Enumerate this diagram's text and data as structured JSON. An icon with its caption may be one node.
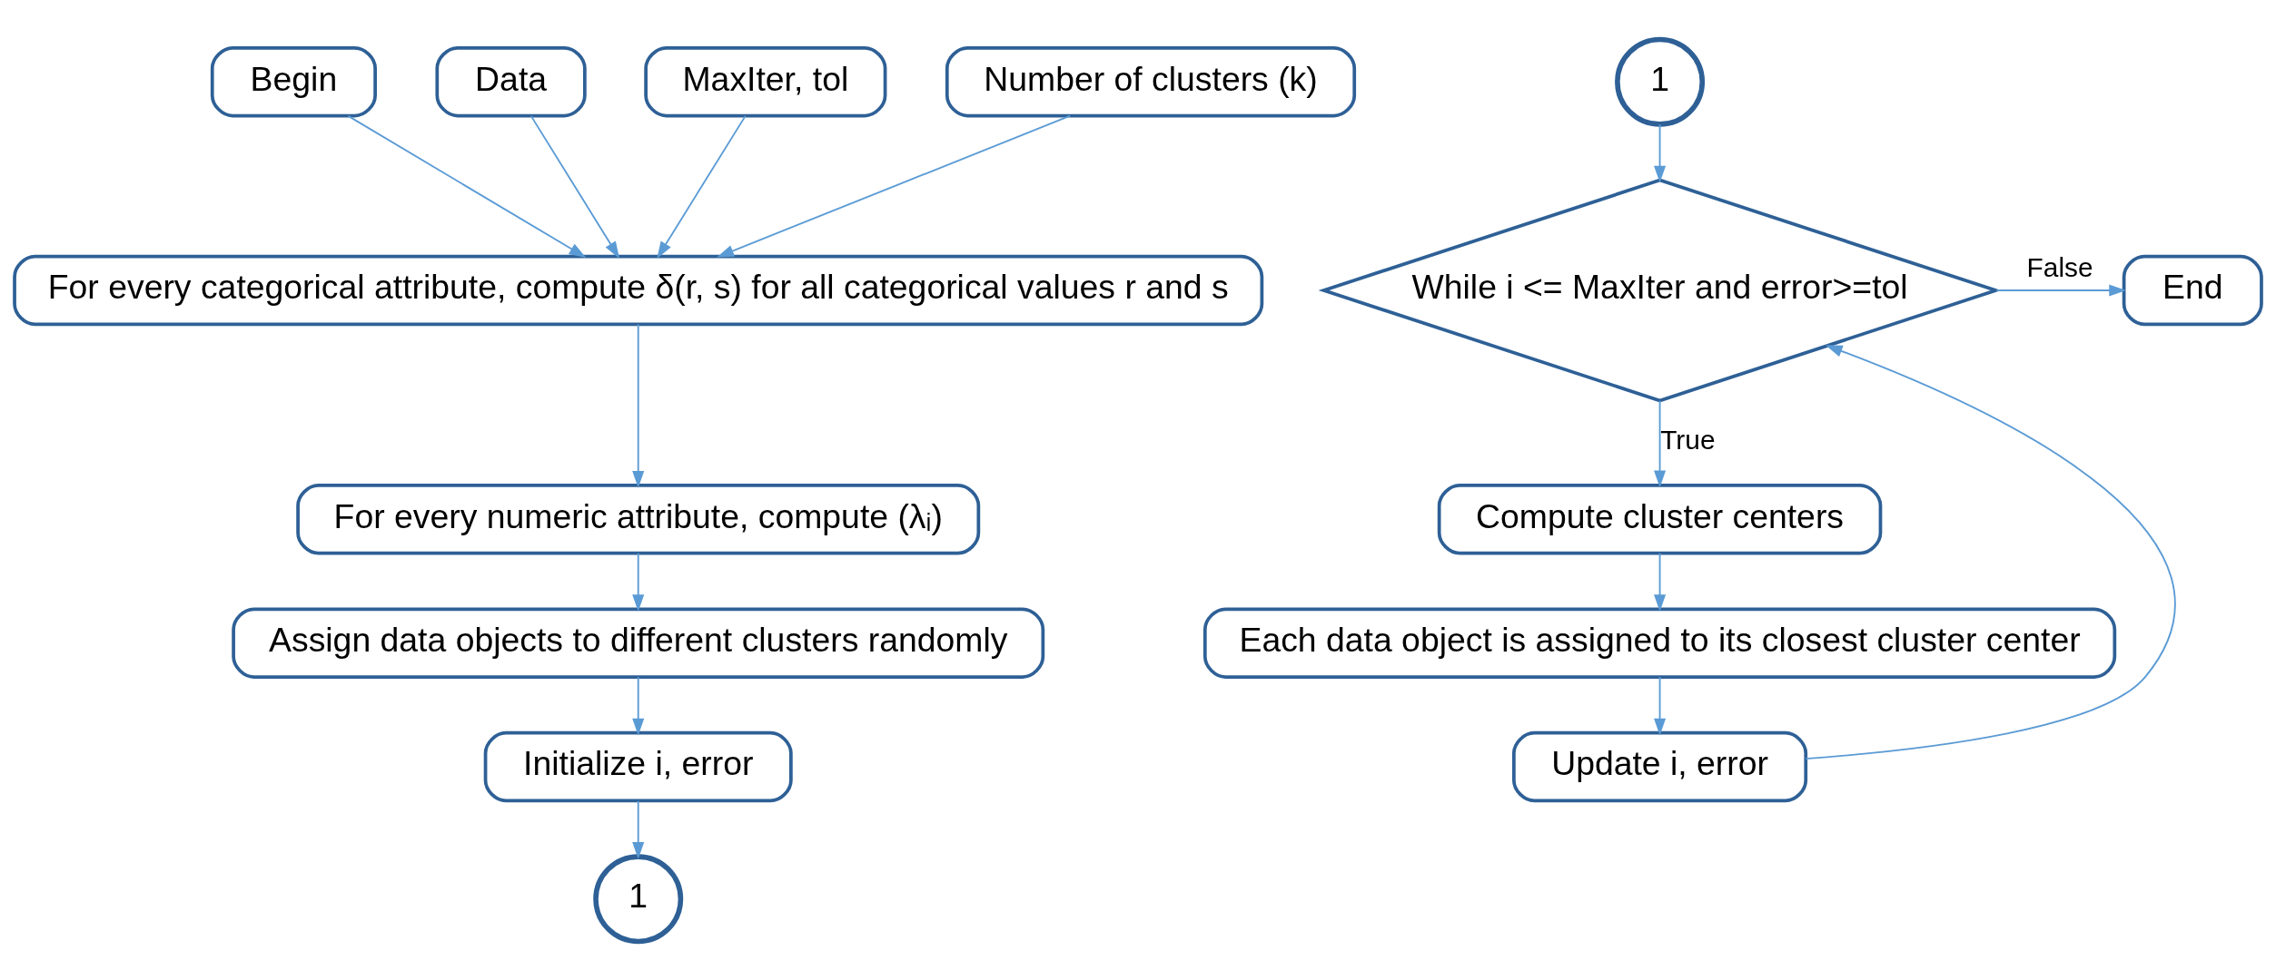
{
  "diagram": {
    "nodes": [
      {
        "text": [
          "Begin"
        ]
      },
      {
        "text": [
          "Data"
        ]
      },
      {
        "text": [
          "MaxIter, tol"
        ]
      },
      {
        "text": [
          "Number of clusters (k)"
        ]
      },
      {
        "text": [
          "For every categorical attribute, compute δ(r, s) for all categorical values r and s"
        ]
      },
      {
        "text": [
          "For every numeric attribute, compute (λᵢ)"
        ]
      },
      {
        "text": [
          "Assign data objects to different clusters randomly"
        ]
      },
      {
        "text": [
          "Initialize i, error"
        ]
      },
      {
        "text": [
          "1"
        ]
      },
      {
        "text": [
          "1"
        ]
      },
      {
        "text": [
          "End"
        ]
      },
      {
        "text": [
          "While i <= MaxIter and error>=tol"
        ]
      },
      {
        "text": [
          "Compute cluster centers"
        ]
      },
      {
        "text": [
          "Each data object is assigned to its closest cluster center"
        ]
      },
      {
        "text": [
          "Update i, error"
        ]
      }
    ],
    "edges": [
      {
        "from": 0,
        "to": 4,
        "arrow": "to"
      },
      {
        "from": 1,
        "to": 4,
        "arrow": "to"
      },
      {
        "from": 2,
        "to": 4,
        "arrow": "to"
      },
      {
        "from": 3,
        "to": 4,
        "arrow": "to"
      },
      {
        "from": 4,
        "to": 5,
        "arrow": "to"
      },
      {
        "from": 5,
        "to": 6,
        "arrow": "to"
      },
      {
        "from": 6,
        "to": 7,
        "arrow": "to"
      },
      {
        "from": 7,
        "to": 8,
        "arrow": "to"
      },
      {
        "from": 9,
        "to": 11,
        "arrow": "to"
      },
      {
        "from": 11,
        "to": 10,
        "arrow": "to",
        "label": "False"
      },
      {
        "from": 11,
        "to": 12,
        "arrow": "to",
        "label": "True"
      },
      {
        "from": 12,
        "to": 13,
        "arrow": "to"
      },
      {
        "from": 13,
        "to": 14,
        "arrow": "to"
      },
      {
        "from": 14,
        "to": 11,
        "arrow": "to"
      }
    ]
  }
}
